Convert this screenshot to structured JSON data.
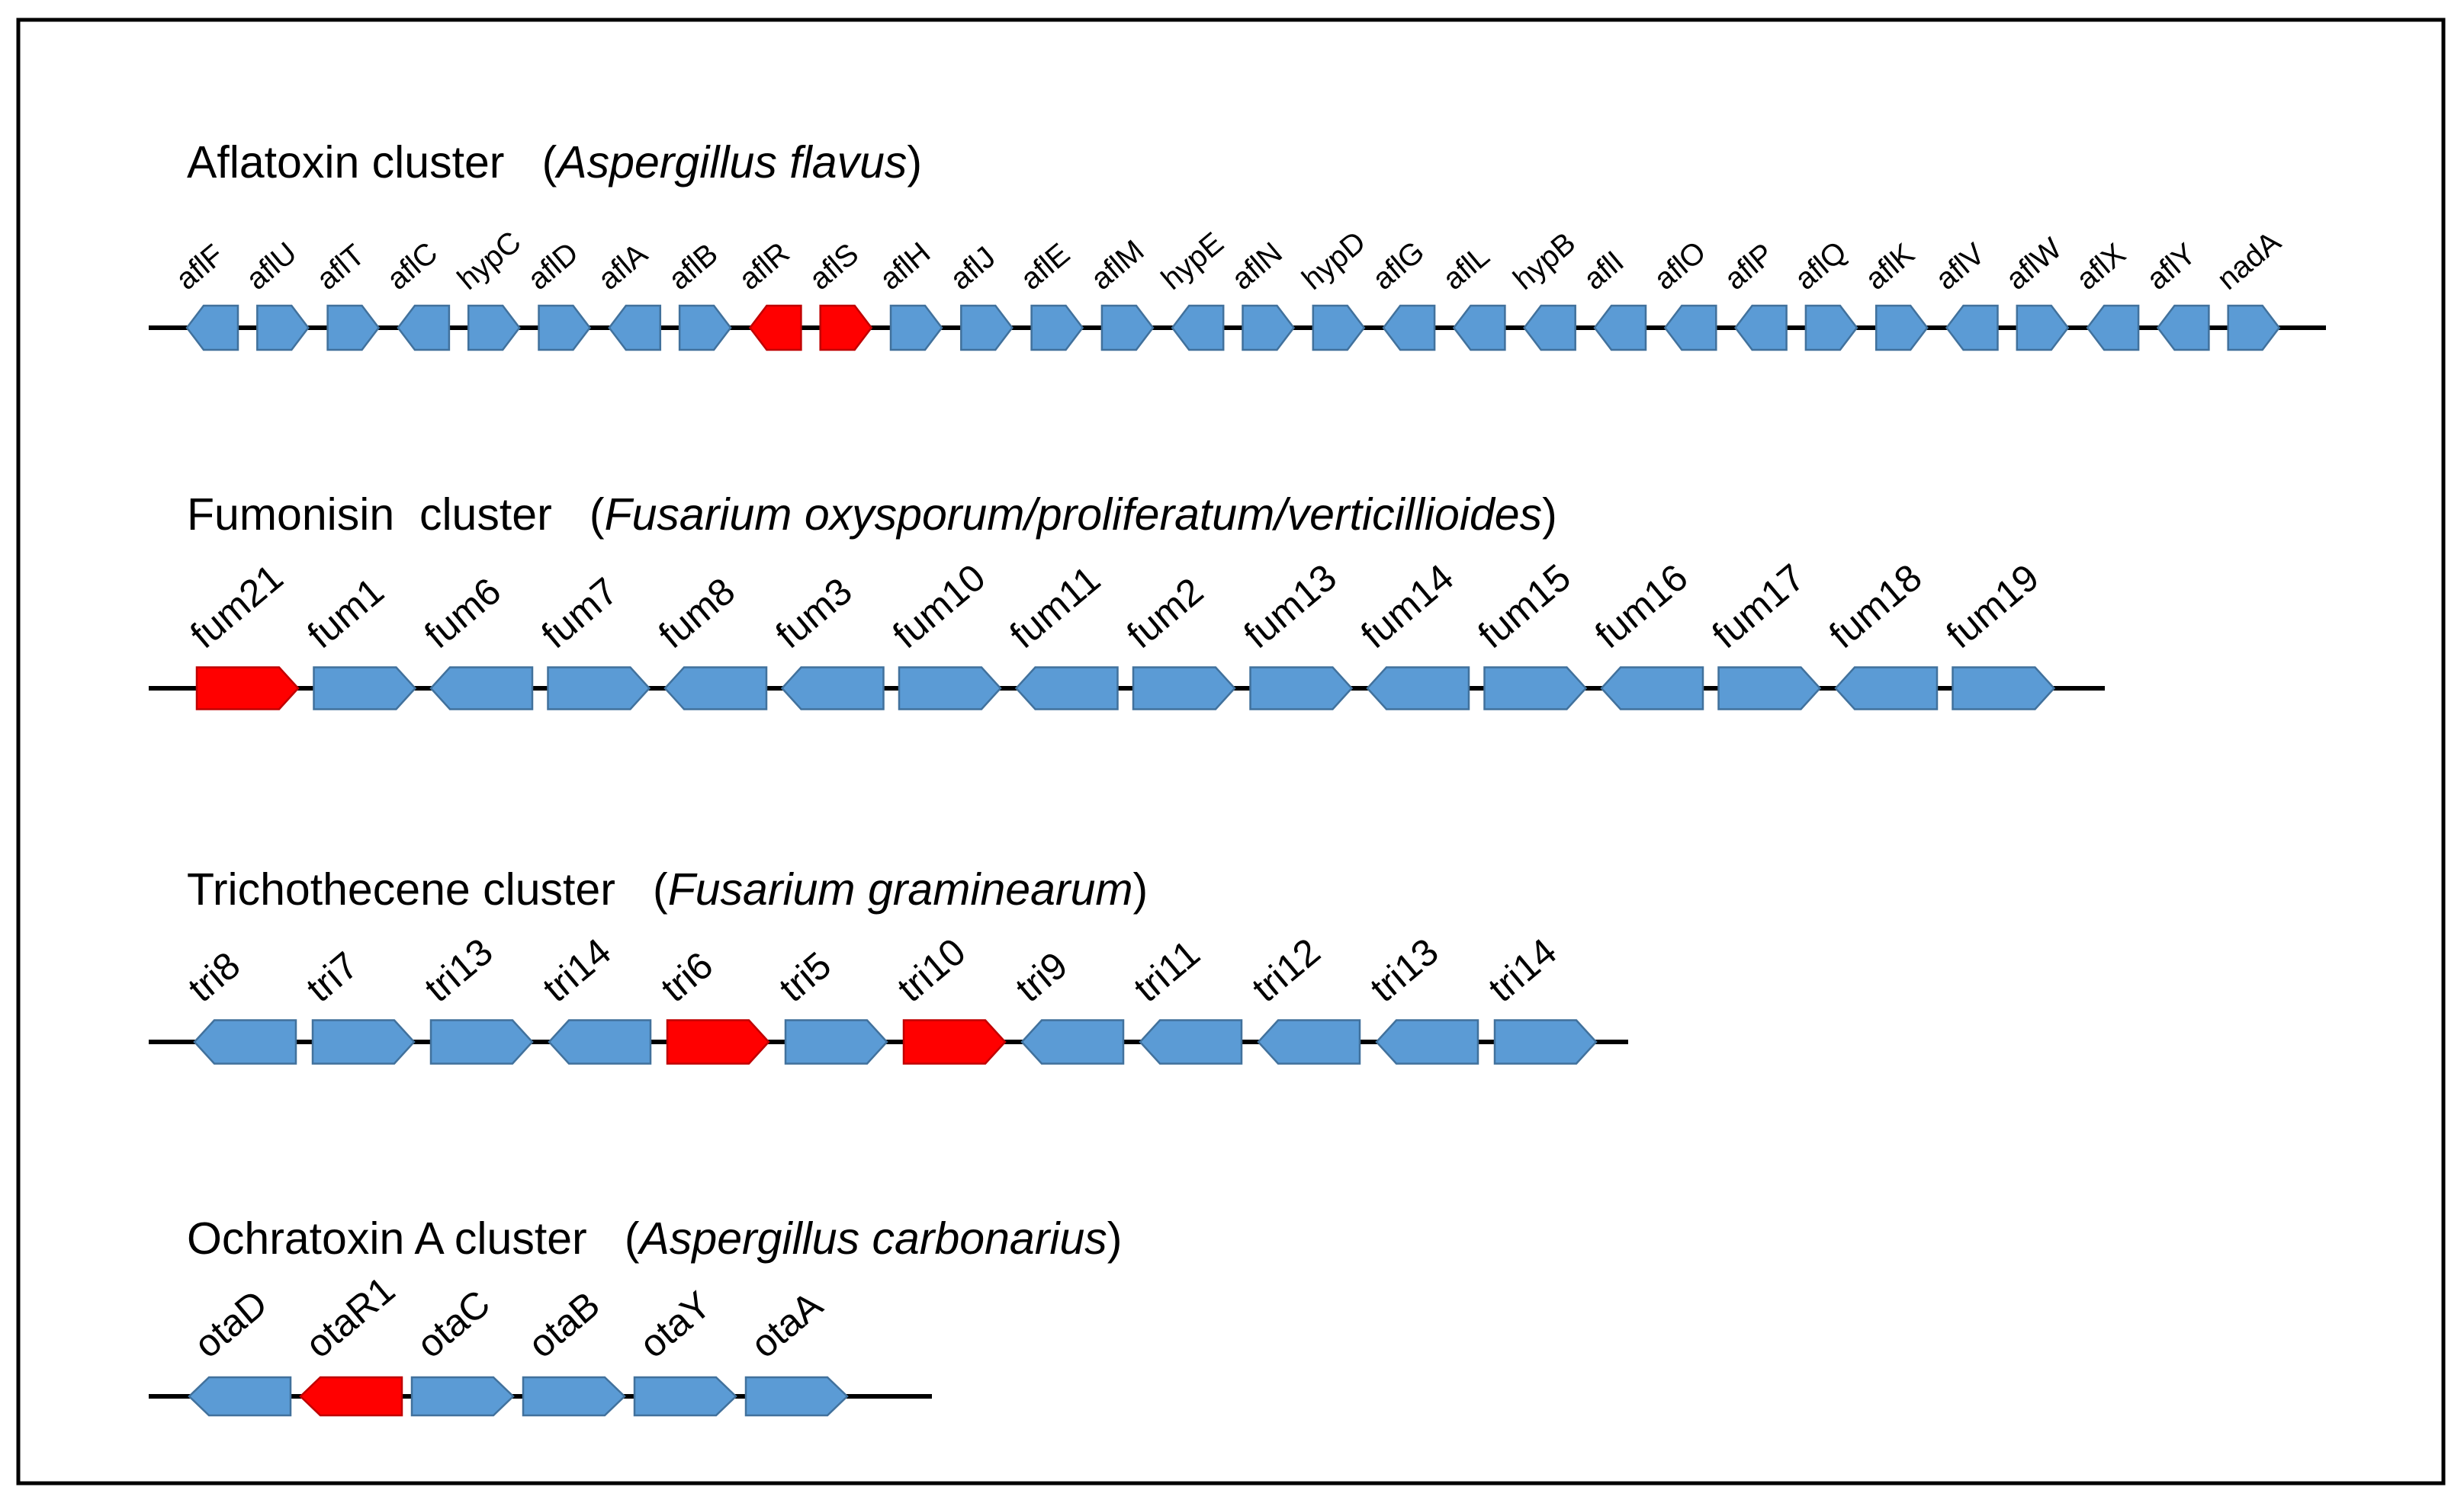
{
  "colors": {
    "gene": "#5b9bd5",
    "regulator": "#ff0000",
    "line": "#000000",
    "frame": "#000000"
  },
  "legend_note": "",
  "clusters": [
    {
      "id": "aflatoxin",
      "name": "Aflatoxin cluster",
      "species": "Aspergillus flavus",
      "genes": [
        {
          "label": "aflF",
          "dir": "left",
          "regulator": false
        },
        {
          "label": "aflU",
          "dir": "right",
          "regulator": false
        },
        {
          "label": "aflT",
          "dir": "right",
          "regulator": false
        },
        {
          "label": "aflC",
          "dir": "left",
          "regulator": false
        },
        {
          "label": "hypC",
          "dir": "right",
          "regulator": false
        },
        {
          "label": "aflD",
          "dir": "right",
          "regulator": false
        },
        {
          "label": "aflA",
          "dir": "left",
          "regulator": false
        },
        {
          "label": "aflB",
          "dir": "right",
          "regulator": false
        },
        {
          "label": "aflR",
          "dir": "left",
          "regulator": true
        },
        {
          "label": "aflS",
          "dir": "right",
          "regulator": true
        },
        {
          "label": "aflH",
          "dir": "right",
          "regulator": false
        },
        {
          "label": "aflJ",
          "dir": "right",
          "regulator": false
        },
        {
          "label": "aflE",
          "dir": "right",
          "regulator": false
        },
        {
          "label": "aflM",
          "dir": "right",
          "regulator": false
        },
        {
          "label": "hypE",
          "dir": "left",
          "regulator": false
        },
        {
          "label": "aflN",
          "dir": "right",
          "regulator": false
        },
        {
          "label": "hypD",
          "dir": "right",
          "regulator": false
        },
        {
          "label": "aflG",
          "dir": "left",
          "regulator": false
        },
        {
          "label": "aflL",
          "dir": "left",
          "regulator": false
        },
        {
          "label": "hypB",
          "dir": "left",
          "regulator": false
        },
        {
          "label": "aflI",
          "dir": "left",
          "regulator": false
        },
        {
          "label": "aflO",
          "dir": "left",
          "regulator": false
        },
        {
          "label": "aflP",
          "dir": "left",
          "regulator": false
        },
        {
          "label": "aflQ",
          "dir": "right",
          "regulator": false
        },
        {
          "label": "aflK",
          "dir": "right",
          "regulator": false
        },
        {
          "label": "aflV",
          "dir": "left",
          "regulator": false
        },
        {
          "label": "aflW",
          "dir": "right",
          "regulator": false
        },
        {
          "label": "aflX",
          "dir": "left",
          "regulator": false
        },
        {
          "label": "aflY",
          "dir": "left",
          "regulator": false
        },
        {
          "label": "nadA",
          "dir": "right",
          "regulator": false
        }
      ]
    },
    {
      "id": "fumonisin",
      "name": "Fumonisin  cluster",
      "species": "Fusarium oxysporum/proliferatum/verticillioides",
      "genes": [
        {
          "label": "fum21",
          "dir": "right",
          "regulator": true
        },
        {
          "label": "fum1",
          "dir": "right",
          "regulator": false
        },
        {
          "label": "fum6",
          "dir": "left",
          "regulator": false
        },
        {
          "label": "fum7",
          "dir": "right",
          "regulator": false
        },
        {
          "label": "fum8",
          "dir": "left",
          "regulator": false
        },
        {
          "label": "fum3",
          "dir": "left",
          "regulator": false
        },
        {
          "label": "fum10",
          "dir": "right",
          "regulator": false
        },
        {
          "label": "fum11",
          "dir": "left",
          "regulator": false
        },
        {
          "label": "fum2",
          "dir": "right",
          "regulator": false
        },
        {
          "label": "fum13",
          "dir": "right",
          "regulator": false
        },
        {
          "label": "fum14",
          "dir": "left",
          "regulator": false
        },
        {
          "label": "fum15",
          "dir": "right",
          "regulator": false
        },
        {
          "label": "fum16",
          "dir": "left",
          "regulator": false
        },
        {
          "label": "fum17",
          "dir": "right",
          "regulator": false
        },
        {
          "label": "fum18",
          "dir": "left",
          "regulator": false
        },
        {
          "label": "fum19",
          "dir": "right",
          "regulator": false
        }
      ]
    },
    {
      "id": "trichothecene",
      "name": "Trichothecene cluster",
      "species": "Fusarium graminearum",
      "genes": [
        {
          "label": "tri8",
          "dir": "left",
          "regulator": false
        },
        {
          "label": "tri7",
          "dir": "right",
          "regulator": false
        },
        {
          "label": "tri13",
          "dir": "right",
          "regulator": false
        },
        {
          "label": "tri14",
          "dir": "left",
          "regulator": false
        },
        {
          "label": "tri6",
          "dir": "right",
          "regulator": true
        },
        {
          "label": "tri5",
          "dir": "right",
          "regulator": false
        },
        {
          "label": "tri10",
          "dir": "right",
          "regulator": true
        },
        {
          "label": "tri9",
          "dir": "left",
          "regulator": false
        },
        {
          "label": "tri11",
          "dir": "left",
          "regulator": false
        },
        {
          "label": "tri12",
          "dir": "left",
          "regulator": false
        },
        {
          "label": "tri13",
          "dir": "left",
          "regulator": false
        },
        {
          "label": "tri14",
          "dir": "right",
          "regulator": false
        }
      ]
    },
    {
      "id": "ochratoxin",
      "name": "Ochratoxin A cluster",
      "species": "Aspergillus carbonarius",
      "genes": [
        {
          "label": "otaD",
          "dir": "left",
          "regulator": false
        },
        {
          "label": "otaR1",
          "dir": "left",
          "regulator": true
        },
        {
          "label": "otaC",
          "dir": "right",
          "regulator": false
        },
        {
          "label": "otaB",
          "dir": "right",
          "regulator": false
        },
        {
          "label": "otaY",
          "dir": "right",
          "regulator": false
        },
        {
          "label": "otaA",
          "dir": "right",
          "regulator": false
        }
      ]
    }
  ]
}
